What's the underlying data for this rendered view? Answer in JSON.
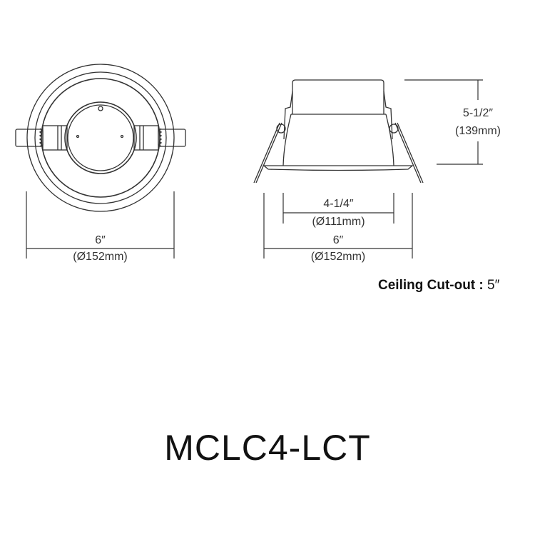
{
  "top_view": {
    "width_label": "6″",
    "width_mm_label": "(Ø152mm)"
  },
  "side_view": {
    "height_label": "5-1/2″",
    "height_mm_label": "(139mm)",
    "aperture_label": "4-1/4″",
    "aperture_mm_label": "(Ø111mm)",
    "trim_label": "6″",
    "trim_mm_label": "(Ø152mm)"
  },
  "ceiling_cutout": {
    "label": "Ceiling Cut-out :",
    "value": "5″"
  },
  "model_number": "MCLC4-LCT",
  "colors": {
    "line": "#333333",
    "text": "#111111",
    "background": "#ffffff"
  }
}
